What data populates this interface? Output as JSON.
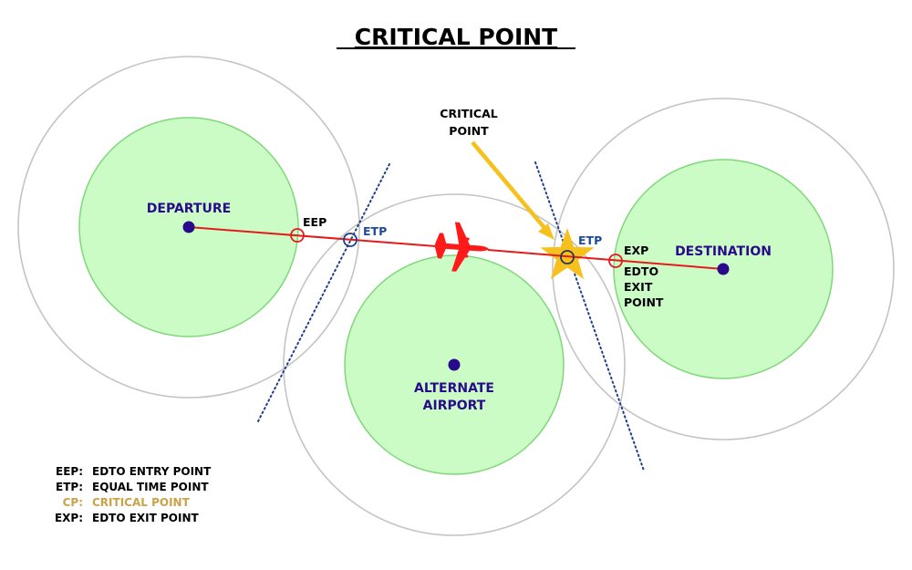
{
  "title": "CRITICAL POINT",
  "airports": {
    "departure": {
      "label": "DEPARTURE"
    },
    "alternate": {
      "label_line1": "ALTERNATE",
      "label_line2": "AIRPORT"
    },
    "destination": {
      "label": "DESTINATION"
    }
  },
  "points": {
    "eep": {
      "label": "EEP"
    },
    "etp1": {
      "label": "ETP"
    },
    "etp2": {
      "label": "ETP"
    },
    "exp": {
      "label": "EXP",
      "desc_line1": "EDTO",
      "desc_line2": "EXIT",
      "desc_line3": "POINT"
    }
  },
  "callout": {
    "line1": "CRITICAL",
    "line2": "POINT"
  },
  "legend": [
    {
      "abbr": "EEP:",
      "text": "EDTO ENTRY POINT",
      "highlight": false
    },
    {
      "abbr": "ETP:",
      "text": "EQUAL TIME POINT",
      "highlight": false
    },
    {
      "abbr": "CP:",
      "text": "CRITICAL POINT",
      "highlight": true
    },
    {
      "abbr": "EXP:",
      "text": "EDTO EXIT POINT",
      "highlight": false
    }
  ],
  "colors": {
    "zone_fill": "#ccfcc6",
    "zone_stroke": "#7fd77a",
    "range_ring": "#c4c4c4",
    "route": "#e41b1b",
    "airport_dot": "#2a0a8c",
    "etp_marker": "#1e3f8f",
    "critical_point": "#f6c11c",
    "dotted_line": "#1e3f8f",
    "cp_legend": "#c9a24a"
  }
}
